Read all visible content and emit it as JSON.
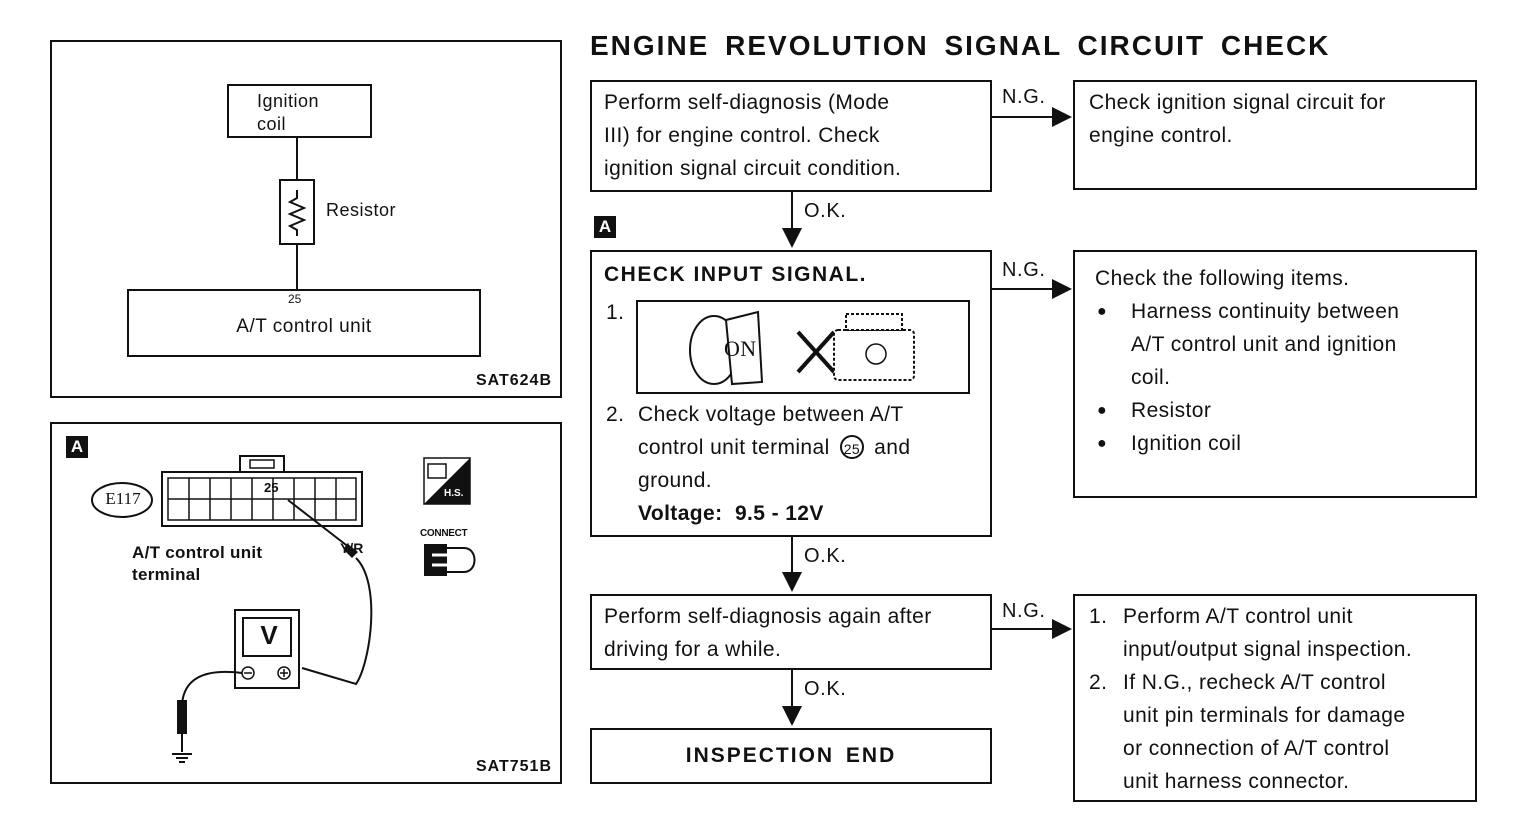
{
  "title": "ENGINE REVOLUTION SIGNAL CIRCUIT CHECK",
  "diagram1": {
    "ignition_coil": "Ignition coil",
    "resistor": "Resistor",
    "terminal": "25",
    "control_unit": "A/T control unit",
    "code": "SAT624B"
  },
  "diagram2": {
    "tag": "A",
    "connector": "E117",
    "pin": "25",
    "wire": "Y/R",
    "unit_label_1": "A/T control unit",
    "unit_label_2": "terminal",
    "meter": "V",
    "hs": "H.S.",
    "connect": "CONNECT",
    "code": "SAT751B"
  },
  "flow": {
    "step1": {
      "line1": "Perform self-diagnosis (Mode",
      "line2": "III) for engine control. Check",
      "line3": "ignition signal circuit condition."
    },
    "ng1": "N.G.",
    "result1": {
      "line1": "Check ignition signal circuit for",
      "line2": "engine control."
    },
    "ok1": "O.K.",
    "tag": "A",
    "step2": {
      "heading": "CHECK INPUT SIGNAL.",
      "item1_num": "1.",
      "on_label": "ON",
      "item2_num": "2.",
      "item2_line1": "Check voltage between A/T",
      "item2_line2a": "control unit terminal",
      "item2_term": "25",
      "item2_line2b": "and",
      "item2_line3": "ground.",
      "voltage": "Voltage:  9.5 - 12V"
    },
    "ng2": "N.G.",
    "result2": {
      "heading": "Check the following items.",
      "bullets": [
        "Harness continuity between",
        "A/T control unit and ignition",
        "coil.",
        "Resistor",
        "Ignition coil"
      ]
    },
    "ok2": "O.K.",
    "step3": {
      "line1": "Perform self-diagnosis again after",
      "line2": "driving for a while."
    },
    "ng3": "N.G.",
    "result3": {
      "item1_num": "1.",
      "item1_line1": "Perform A/T control unit",
      "item1_line2": "input/output signal inspection.",
      "item2_num": "2.",
      "item2_line1": "If N.G., recheck A/T control",
      "item2_line2": "unit pin terminals for damage",
      "item2_line3": "or connection of A/T control",
      "item2_line4": "unit harness connector."
    },
    "ok3": "O.K.",
    "end": "INSPECTION END"
  }
}
